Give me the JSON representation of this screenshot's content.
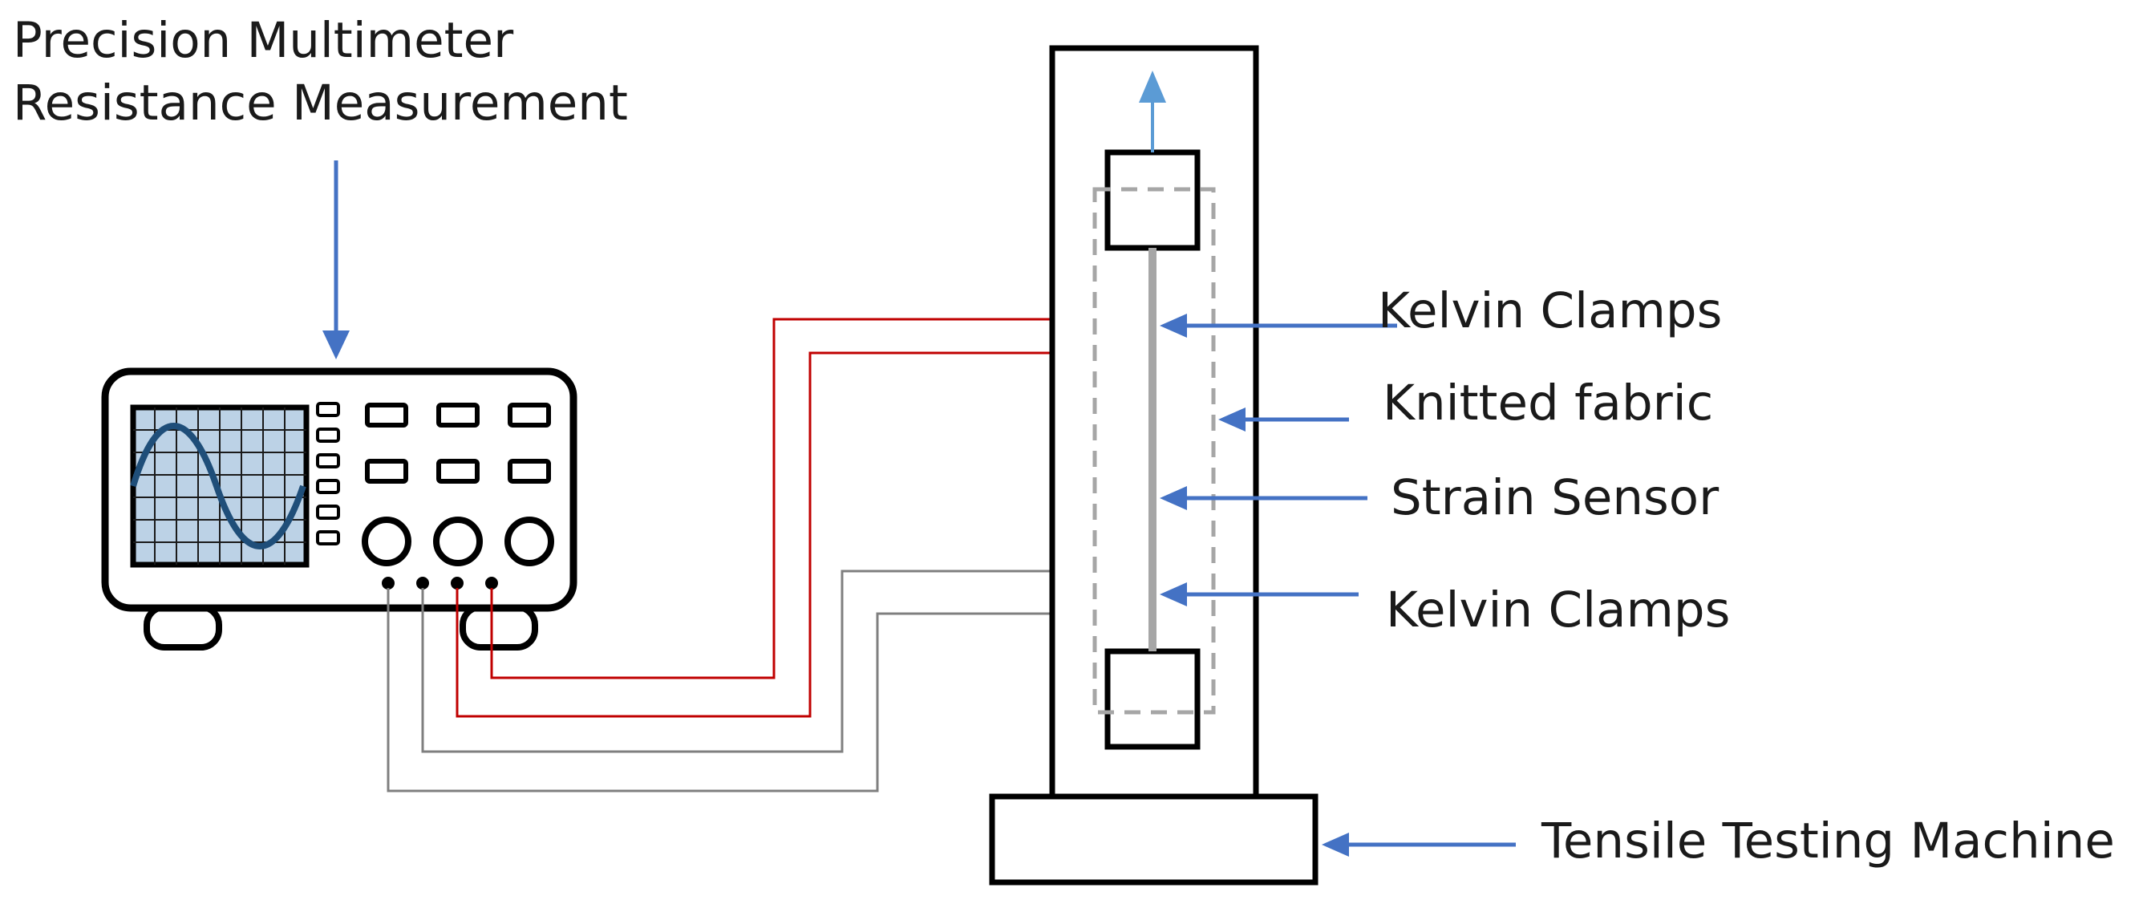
{
  "labels": {
    "multimeter_line1": "Precision Multimeter",
    "multimeter_line2": "Resistance Measurement",
    "kelvin_top": "Kelvin Clamps",
    "knitted_fabric": "Knitted fabric",
    "strain_sensor": "Strain Sensor",
    "kelvin_bottom": "Kelvin Clamps",
    "tensile_machine": "Tensile Testing Machine"
  },
  "colors": {
    "outline": "#000000",
    "arrow": "#4472c4",
    "pull_arrow": "#5b9bd5",
    "screen": "#bcd2e6",
    "waveform": "#1f4e79",
    "current_wire": "#c00000",
    "voltage_wire": "#7f7f7f",
    "fabric_outline": "#a6a6a6",
    "sensor": "#a6a6a6"
  },
  "icons": [
    "multimeter-icon",
    "waveform-icon",
    "up-arrow-icon"
  ]
}
